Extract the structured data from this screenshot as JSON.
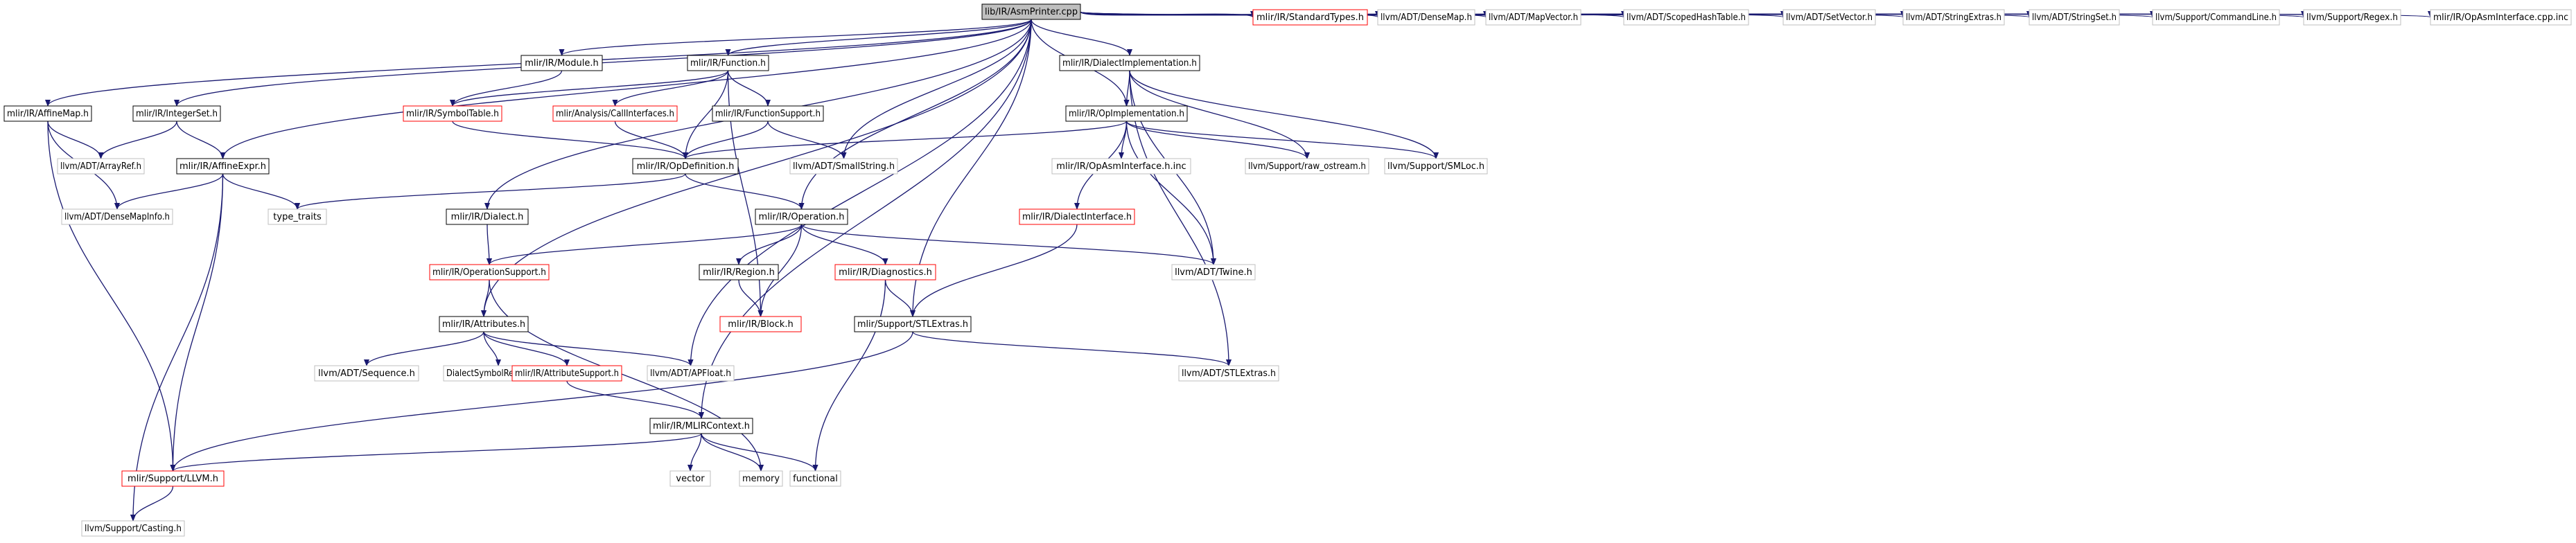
{
  "title": "lib/IR/AsmPrinter.cpp",
  "colors": {
    "edge": "#191970",
    "root_fill": "#bfbfbf",
    "root_border": "#000000",
    "documented_border": "#000000",
    "truncated_border": "#ff0000",
    "external_border": "#bfbfbf",
    "text": "#000000"
  },
  "nodes": [
    {
      "id": "asmprinter",
      "label": "lib/IR/AsmPrinter.cpp",
      "kind": "root"
    },
    {
      "id": "affinemap",
      "label": "mlir/IR/AffineMap.h",
      "kind": "documented"
    },
    {
      "id": "integerset",
      "label": "mlir/IR/IntegerSet.h",
      "kind": "documented"
    },
    {
      "id": "affineexpr",
      "label": "mlir/IR/AffineExpr.h",
      "kind": "documented"
    },
    {
      "id": "module",
      "label": "mlir/IR/Module.h",
      "kind": "documented"
    },
    {
      "id": "function",
      "label": "mlir/IR/Function.h",
      "kind": "documented"
    },
    {
      "id": "dialectimpl",
      "label": "mlir/IR/DialectImplementation.h",
      "kind": "documented"
    },
    {
      "id": "standardtypes",
      "label": "mlir/IR/StandardTypes.h",
      "kind": "truncated"
    },
    {
      "id": "densemap",
      "label": "llvm/ADT/DenseMap.h",
      "kind": "external"
    },
    {
      "id": "mapvector",
      "label": "llvm/ADT/MapVector.h",
      "kind": "external"
    },
    {
      "id": "scopedhashtable",
      "label": "llvm/ADT/ScopedHashTable.h",
      "kind": "external"
    },
    {
      "id": "setvector",
      "label": "llvm/ADT/SetVector.h",
      "kind": "external"
    },
    {
      "id": "stringextras",
      "label": "llvm/ADT/StringExtras.h",
      "kind": "external"
    },
    {
      "id": "stringset",
      "label": "llvm/ADT/StringSet.h",
      "kind": "external"
    },
    {
      "id": "commandline",
      "label": "llvm/Support/CommandLine.h",
      "kind": "external"
    },
    {
      "id": "regex",
      "label": "llvm/Support/Regex.h",
      "kind": "external"
    },
    {
      "id": "opasminterfacecpp",
      "label": "mlir/IR/OpAsmInterface.cpp.inc",
      "kind": "external"
    },
    {
      "id": "symboltable",
      "label": "mlir/IR/SymbolTable.h",
      "kind": "truncated"
    },
    {
      "id": "callinterfaces",
      "label": "mlir/Analysis/CallInterfaces.h",
      "kind": "truncated"
    },
    {
      "id": "functionsupport",
      "label": "mlir/IR/FunctionSupport.h",
      "kind": "documented"
    },
    {
      "id": "opimpl",
      "label": "mlir/IR/OpImplementation.h",
      "kind": "documented"
    },
    {
      "id": "arrayref",
      "label": "llvm/ADT/ArrayRef.h",
      "kind": "external"
    },
    {
      "id": "smallstring",
      "label": "llvm/ADT/SmallString.h",
      "kind": "external"
    },
    {
      "id": "opdefinition",
      "label": "mlir/IR/OpDefinition.h",
      "kind": "documented"
    },
    {
      "id": "opasminterfaceinc",
      "label": "mlir/IR/OpAsmInterface.h.inc",
      "kind": "external"
    },
    {
      "id": "rawostream",
      "label": "llvm/Support/raw_ostream.h",
      "kind": "external"
    },
    {
      "id": "smloc",
      "label": "llvm/Support/SMLoc.h",
      "kind": "external"
    },
    {
      "id": "densemapinfo",
      "label": "llvm/ADT/DenseMapInfo.h",
      "kind": "external"
    },
    {
      "id": "typetraits",
      "label": "type_traits",
      "kind": "external"
    },
    {
      "id": "dialect",
      "label": "mlir/IR/Dialect.h",
      "kind": "documented"
    },
    {
      "id": "operation",
      "label": "mlir/IR/Operation.h",
      "kind": "documented"
    },
    {
      "id": "dialectinterface",
      "label": "mlir/IR/DialectInterface.h",
      "kind": "truncated"
    },
    {
      "id": "operationsupport",
      "label": "mlir/IR/OperationSupport.h",
      "kind": "truncated"
    },
    {
      "id": "region",
      "label": "mlir/IR/Region.h",
      "kind": "documented"
    },
    {
      "id": "diagnostics",
      "label": "mlir/IR/Diagnostics.h",
      "kind": "truncated"
    },
    {
      "id": "twine",
      "label": "llvm/ADT/Twine.h",
      "kind": "external"
    },
    {
      "id": "block",
      "label": "mlir/IR/Block.h",
      "kind": "truncated"
    },
    {
      "id": "stlextras",
      "label": "mlir/Support/STLExtras.h",
      "kind": "documented"
    },
    {
      "id": "attributes",
      "label": "mlir/IR/Attributes.h",
      "kind": "documented"
    },
    {
      "id": "sequence",
      "label": "llvm/ADT/Sequence.h",
      "kind": "external"
    },
    {
      "id": "dialectsymbolregistry",
      "label": "DialectSymbolRegistry.def",
      "kind": "external"
    },
    {
      "id": "attributesupport",
      "label": "mlir/IR/AttributeSupport.h",
      "kind": "truncated"
    },
    {
      "id": "apfloat",
      "label": "llvm/ADT/APFloat.h",
      "kind": "external"
    },
    {
      "id": "llvmstlextras",
      "label": "llvm/ADT/STLExtras.h",
      "kind": "external"
    },
    {
      "id": "mlircontext",
      "label": "mlir/IR/MLIRContext.h",
      "kind": "documented"
    },
    {
      "id": "vector",
      "label": "vector",
      "kind": "external"
    },
    {
      "id": "memory",
      "label": "memory",
      "kind": "external"
    },
    {
      "id": "functional",
      "label": "functional",
      "kind": "external"
    },
    {
      "id": "supportllvm",
      "label": "mlir/Support/LLVM.h",
      "kind": "truncated"
    },
    {
      "id": "casting",
      "label": "llvm/Support/Casting.h",
      "kind": "external"
    }
  ],
  "edges": [
    [
      "asmprinter",
      "affinemap"
    ],
    [
      "asmprinter",
      "integerset"
    ],
    [
      "asmprinter",
      "affineexpr"
    ],
    [
      "asmprinter",
      "module"
    ],
    [
      "asmprinter",
      "function"
    ],
    [
      "asmprinter",
      "dialectimpl"
    ],
    [
      "asmprinter",
      "standardtypes"
    ],
    [
      "asmprinter",
      "densemap"
    ],
    [
      "asmprinter",
      "mapvector"
    ],
    [
      "asmprinter",
      "scopedhashtable"
    ],
    [
      "asmprinter",
      "setvector"
    ],
    [
      "asmprinter",
      "stringextras"
    ],
    [
      "asmprinter",
      "stringset"
    ],
    [
      "asmprinter",
      "commandline"
    ],
    [
      "asmprinter",
      "regex"
    ],
    [
      "asmprinter",
      "opasminterfacecpp"
    ],
    [
      "asmprinter",
      "opimpl"
    ],
    [
      "asmprinter",
      "smallstring"
    ],
    [
      "asmprinter",
      "operation"
    ],
    [
      "asmprinter",
      "stlextras"
    ],
    [
      "asmprinter",
      "dialect"
    ],
    [
      "asmprinter",
      "attributes"
    ],
    [
      "asmprinter",
      "mlircontext"
    ],
    [
      "asmprinter",
      "apfloat"
    ],
    [
      "affinemap",
      "arrayref"
    ],
    [
      "affinemap",
      "densemapinfo"
    ],
    [
      "affinemap",
      "supportllvm"
    ],
    [
      "integerset",
      "arrayref"
    ],
    [
      "integerset",
      "affineexpr"
    ],
    [
      "affineexpr",
      "densemapinfo"
    ],
    [
      "affineexpr",
      "typetraits"
    ],
    [
      "affineexpr",
      "supportllvm"
    ],
    [
      "affineexpr",
      "casting"
    ],
    [
      "module",
      "symboltable"
    ],
    [
      "function",
      "symboltable"
    ],
    [
      "function",
      "callinterfaces"
    ],
    [
      "function",
      "functionsupport"
    ],
    [
      "function",
      "opdefinition"
    ],
    [
      "function",
      "block"
    ],
    [
      "symboltable",
      "opdefinition"
    ],
    [
      "callinterfaces",
      "opdefinition"
    ],
    [
      "functionsupport",
      "opdefinition"
    ],
    [
      "functionsupport",
      "smallstring"
    ],
    [
      "dialectimpl",
      "opimpl"
    ],
    [
      "dialectimpl",
      "rawostream"
    ],
    [
      "dialectimpl",
      "smloc"
    ],
    [
      "dialectimpl",
      "twine"
    ],
    [
      "dialectimpl",
      "llvmstlextras"
    ],
    [
      "opimpl",
      "opdefinition"
    ],
    [
      "opimpl",
      "opasminterfaceinc"
    ],
    [
      "opimpl",
      "rawostream"
    ],
    [
      "opimpl",
      "smloc"
    ],
    [
      "opimpl",
      "dialectinterface"
    ],
    [
      "opimpl",
      "twine"
    ],
    [
      "opdefinition",
      "typetraits"
    ],
    [
      "opdefinition",
      "operation"
    ],
    [
      "dialect",
      "operationsupport"
    ],
    [
      "operation",
      "operationsupport"
    ],
    [
      "operation",
      "region"
    ],
    [
      "operation",
      "diagnostics"
    ],
    [
      "operation",
      "block"
    ],
    [
      "operation",
      "twine"
    ],
    [
      "region",
      "block"
    ],
    [
      "diagnostics",
      "stlextras"
    ],
    [
      "diagnostics",
      "functional"
    ],
    [
      "dialectinterface",
      "stlextras"
    ],
    [
      "operationsupport",
      "attributes"
    ],
    [
      "operationsupport",
      "memory"
    ],
    [
      "stlextras",
      "supportllvm"
    ],
    [
      "stlextras",
      "llvmstlextras"
    ],
    [
      "attributes",
      "sequence"
    ],
    [
      "attributes",
      "dialectsymbolregistry"
    ],
    [
      "attributes",
      "attributesupport"
    ],
    [
      "attributes",
      "apfloat"
    ],
    [
      "attributesupport",
      "mlircontext"
    ],
    [
      "mlircontext",
      "vector"
    ],
    [
      "mlircontext",
      "memory"
    ],
    [
      "mlircontext",
      "functional"
    ],
    [
      "mlircontext",
      "supportllvm"
    ],
    [
      "supportllvm",
      "casting"
    ]
  ]
}
